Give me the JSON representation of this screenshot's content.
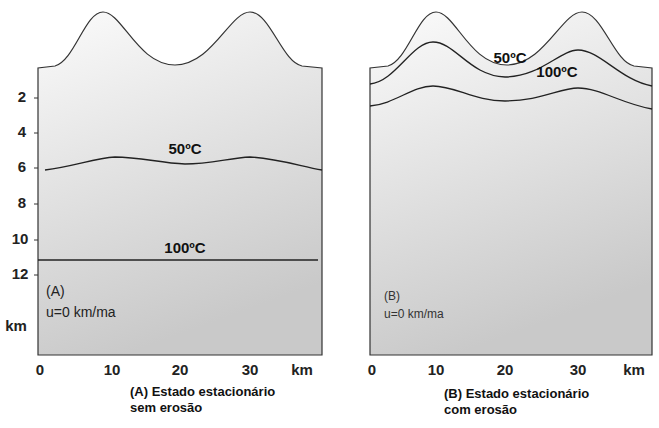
{
  "diagram": {
    "labels": [
      "2",
      "4",
      "6",
      "8",
      "10",
      "12",
      "km",
      "50ºC",
      "100ºC",
      "(A)",
      "u=0 km/ma",
      "0",
      "10",
      "20",
      "30",
      "km",
      "(A) Estado estacionário sem erosão",
      "50ºC",
      "100ºC",
      "(B)",
      "u=0 km/ma",
      "0",
      "10",
      "20",
      "30",
      "km",
      "(B) Estado estacionário com erosão"
    ]
  }
}
